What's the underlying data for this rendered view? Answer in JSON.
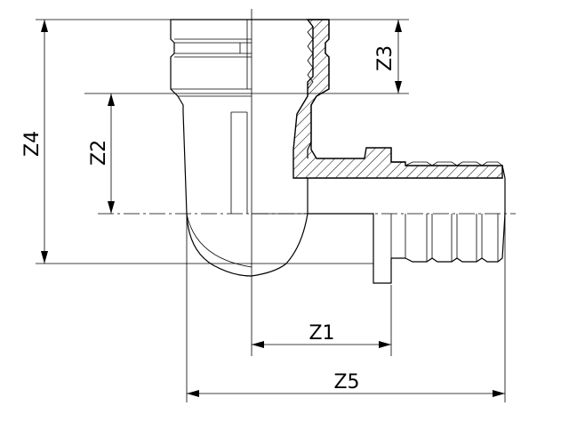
{
  "labels": {
    "z1": "Z1",
    "z2": "Z2",
    "z3": "Z3",
    "z4": "Z4",
    "z5": "Z5"
  },
  "colors": {
    "line": "#000000",
    "background": "#ffffff"
  }
}
